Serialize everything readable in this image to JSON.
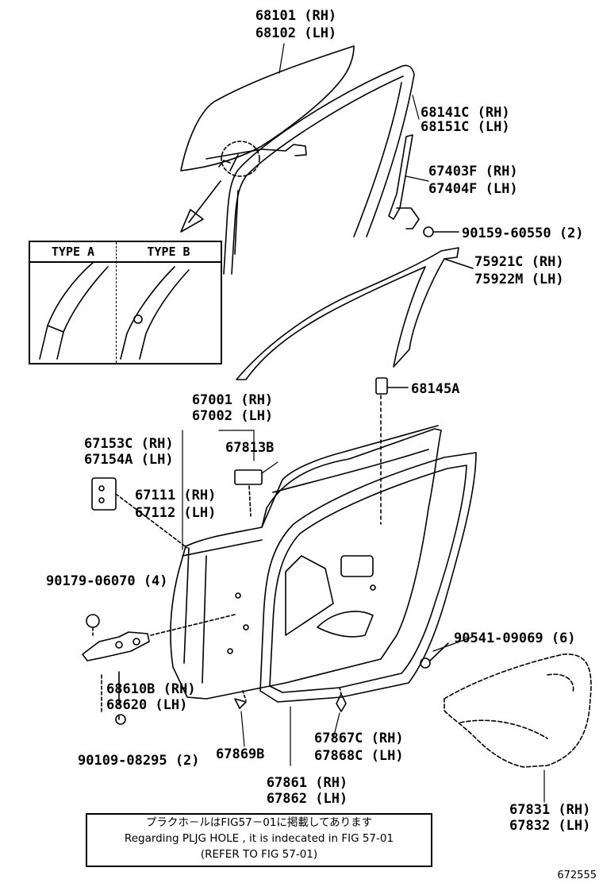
{
  "labels": {
    "glass": [
      "68101 (RH)",
      "68102 (LH)"
    ],
    "run": [
      "68141C (RH)",
      "68151C (LH)"
    ],
    "sash": [
      "67403F (RH)",
      "67404F (LH)"
    ],
    "bolt_sash": "90159-60550 (2)",
    "tape": [
      "75921C (RH)",
      "75922M (LH)"
    ],
    "cushion": "68145A",
    "panel": [
      "67001 (RH)",
      "67002 (LH)"
    ],
    "check": [
      "67153C (RH)",
      "67154A (LH)"
    ],
    "plug": "67813B",
    "seal_upper": [
      "67111 (RH)",
      "67112 (LH)"
    ],
    "bolt_hinge": "90179-06070 (4)",
    "screw": "90541-09069 (6)",
    "hinge": [
      "68610B (RH)",
      "68620 (LH)"
    ],
    "bolt_low": "90109-08295 (2)",
    "clip_left": "67869B",
    "clip_right": [
      "67867C (RH)",
      "67868C (LH)"
    ],
    "weatherstrip": [
      "67861 (RH)",
      "67862 (LH)"
    ],
    "hole_cover": [
      "67831 (RH)",
      "67832 (LH)"
    ]
  },
  "type_box": {
    "a": "TYPE  A",
    "b": "TYPE  B"
  },
  "note": {
    "line1": "プラクホ－ルはFIG57－01に掲載してあります",
    "line2": "Regarding  PLJG HOLE , it is indecated in FIG 57-01",
    "line3": "(REFER TO FIG 57-01)"
  },
  "image_id": "672555"
}
